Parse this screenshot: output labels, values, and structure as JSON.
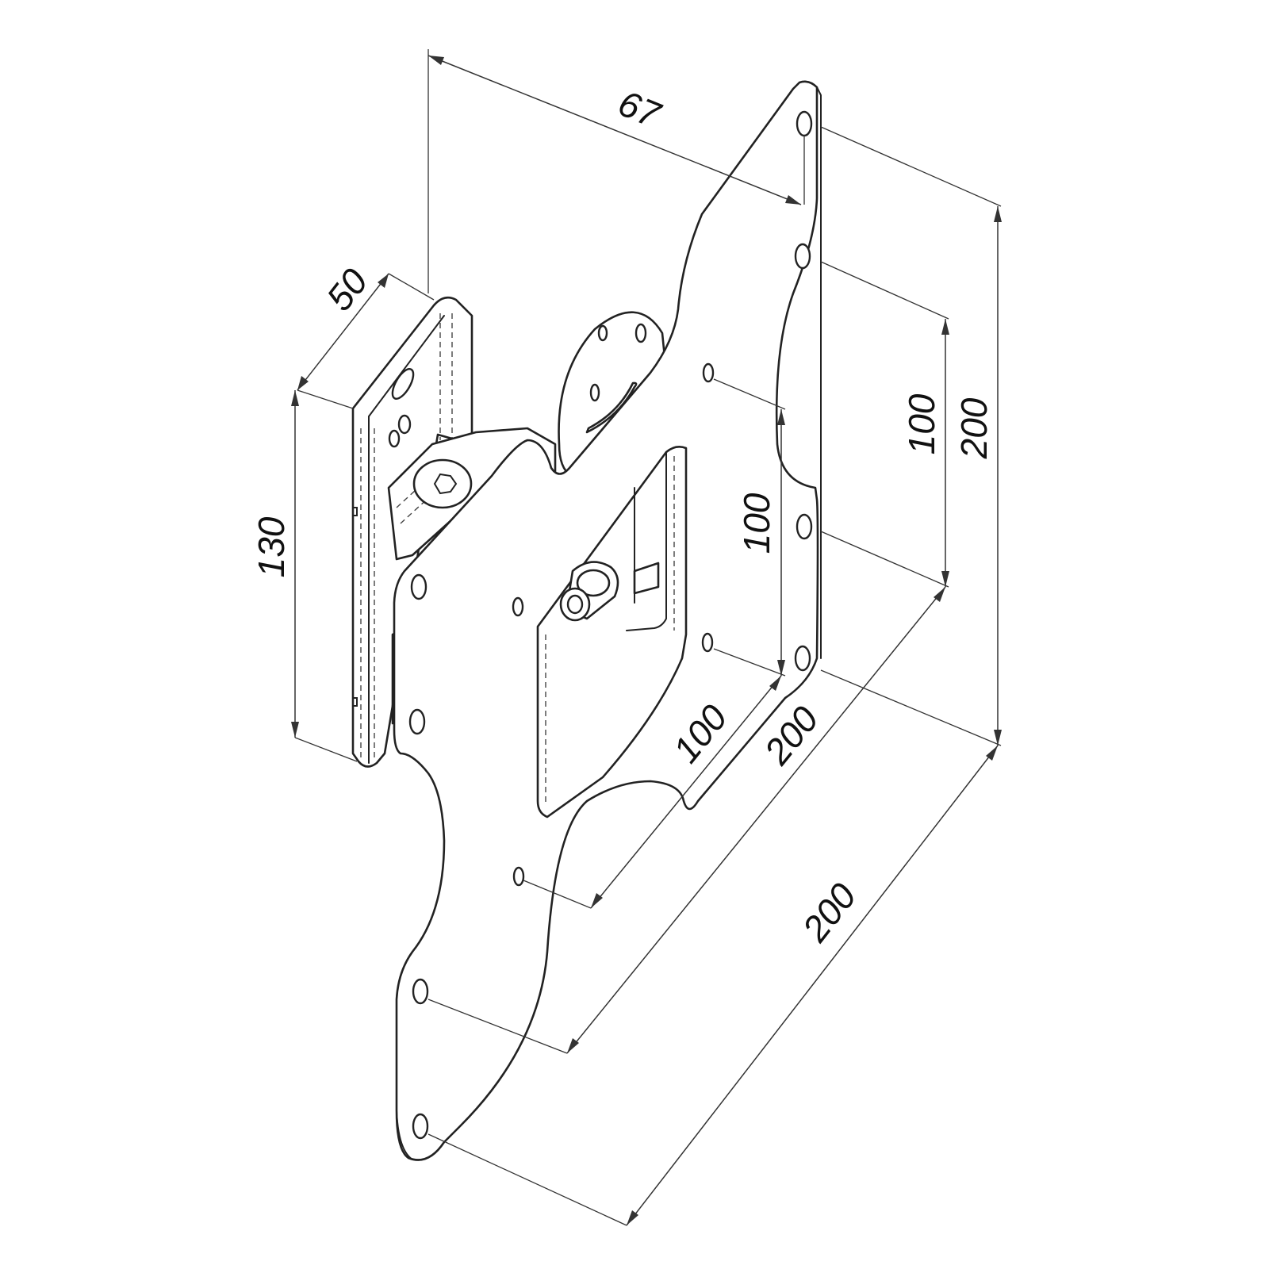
{
  "dimensions": {
    "depth_67": "67",
    "wall_plate_depth_50": "50",
    "wall_plate_height_130": "130",
    "inner_vertical_100": "100",
    "right_vertical_100": "100",
    "right_vertical_200": "200",
    "inner_diagonal_100": "100",
    "mid_diagonal_200": "200",
    "outer_diagonal_200": "200"
  },
  "colors": {
    "line": "#222222",
    "background": "#ffffff"
  }
}
